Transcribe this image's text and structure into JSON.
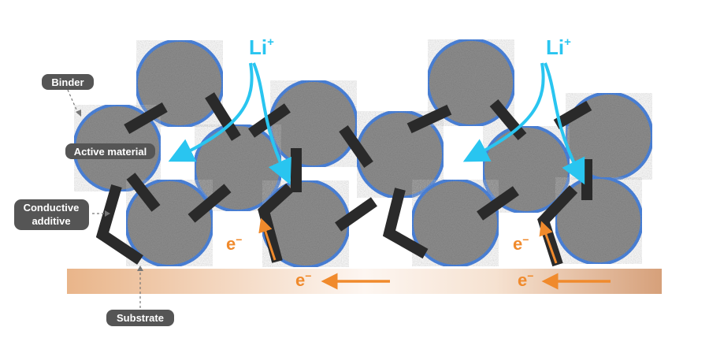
{
  "labels": {
    "binder": "Binder",
    "active_material": "Active material",
    "conductive_additive_line1": "Conductive",
    "conductive_additive_line2": "additive",
    "substrate": "Substrate"
  },
  "ion_label": "Li",
  "ion_charge": "+",
  "electron_label": "e",
  "electron_charge": "−",
  "colors": {
    "particle_fill": "#8f8f8f",
    "particle_outline": "#4d86e0",
    "binder_stick": "#2a2a2a",
    "ion_arrow": "#29c5f0",
    "electron_arrow": "#f08a2c",
    "substrate_light": "#fbeee3",
    "substrate_dark": "#d9a47a",
    "label_background": "#555555"
  }
}
